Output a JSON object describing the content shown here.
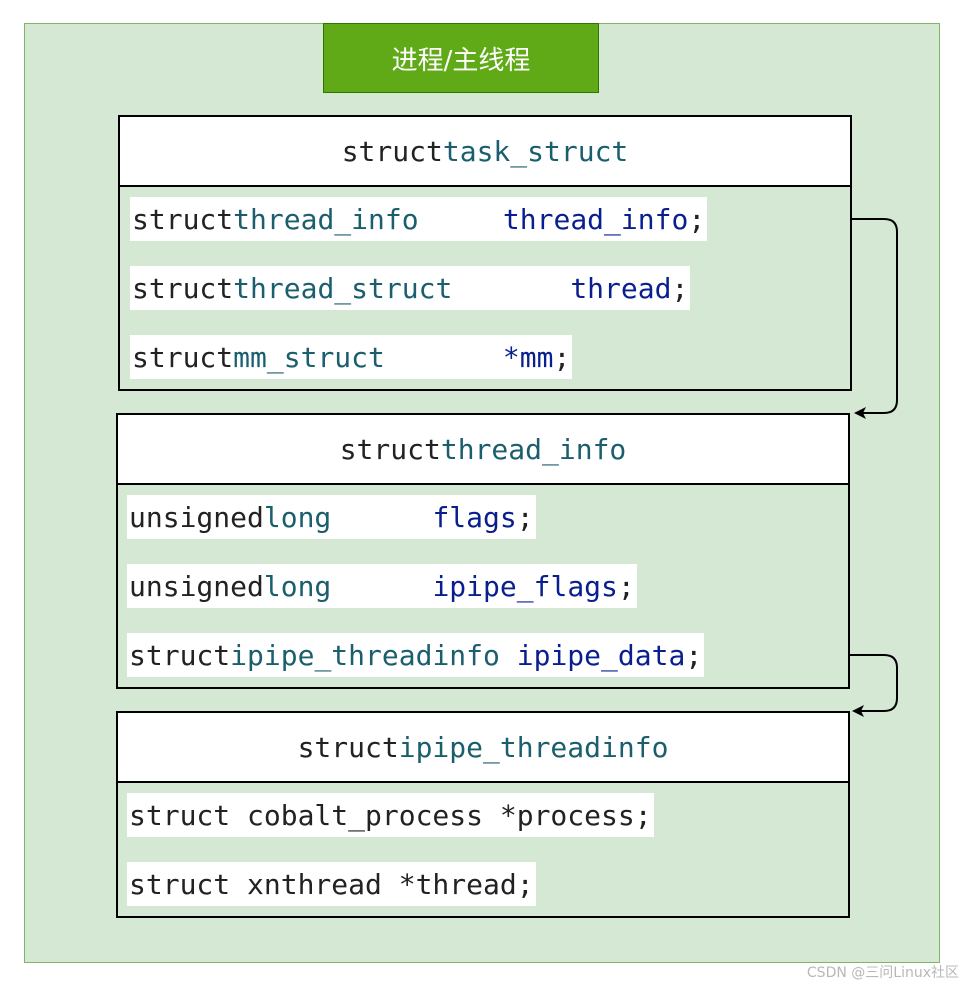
{
  "title": "进程/主线程",
  "structs": [
    {
      "header": {
        "kw": "struct",
        "type": "task_struct"
      },
      "rows": [
        {
          "kw": "struct",
          "type": "thread_info",
          "gap": "     ",
          "name": "thread_info",
          "end": ";"
        },
        {
          "kw": "struct",
          "type": "thread_struct",
          "gap": "       ",
          "name": "thread",
          "end": ";"
        },
        {
          "kw": "struct",
          "type": "mm_struct",
          "gap": "       ",
          "name": "*mm",
          "end": ";"
        }
      ]
    },
    {
      "header": {
        "kw": "struct",
        "type": "thread_info"
      },
      "rows": [
        {
          "kw": "unsigned",
          "type": "long",
          "gap": "      ",
          "name": "flags",
          "end": ";"
        },
        {
          "kw": "unsigned",
          "type": "long",
          "gap": "      ",
          "name": "ipipe_flags",
          "end": ";"
        },
        {
          "kw": "struct",
          "type": "ipipe_threadinfo",
          "gap": " ",
          "name": "ipipe_data",
          "end": ";"
        }
      ]
    },
    {
      "header": {
        "kw": "struct",
        "type": "ipipe_threadinfo"
      },
      "rows": [
        {
          "text": "struct cobalt_process *process;"
        },
        {
          "text": "struct xnthread *thread;"
        }
      ]
    }
  ],
  "watermark": "CSDN @三问Linux社区",
  "colors": {
    "background": "#d5e8d4",
    "border": "#82b366",
    "title_fill": "#60a917",
    "type_color": "#1b5e6e",
    "name_color": "#0a1f8f"
  }
}
